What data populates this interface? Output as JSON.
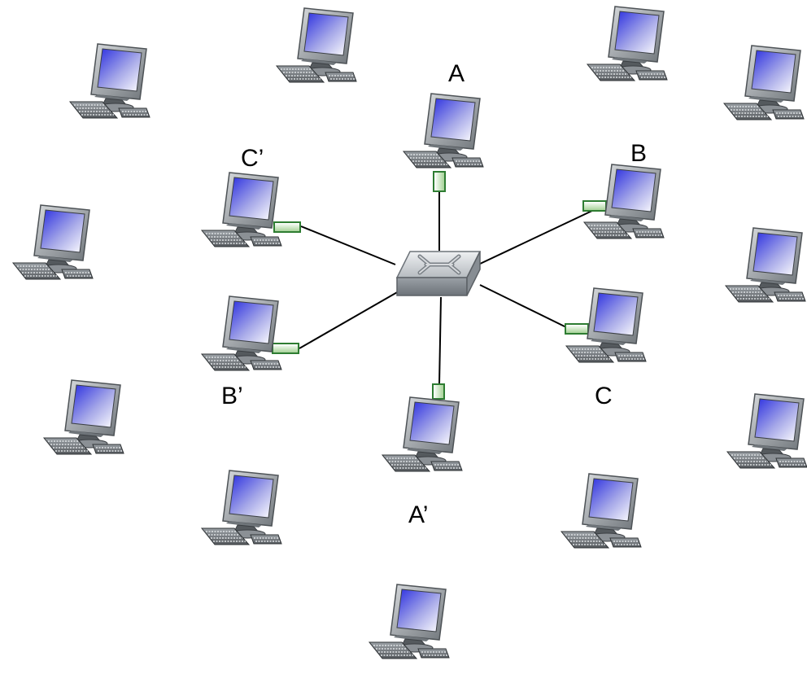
{
  "hosts": {
    "A": "A",
    "B": "B",
    "C": "C",
    "A_prime": "A’",
    "B_prime": "B’",
    "C_prime": "C’"
  },
  "icons": {
    "computer": "desktop-computer-icon",
    "switch": "ethernet-switch-icon",
    "adapter": "network-adapter"
  },
  "colors": {
    "link": "#000000",
    "adapter_border": "#2e7d32",
    "adapter_fill": "#a8d39a",
    "screen_blue": "#2a2ee0",
    "switch_gray": "#b8bcc0"
  }
}
